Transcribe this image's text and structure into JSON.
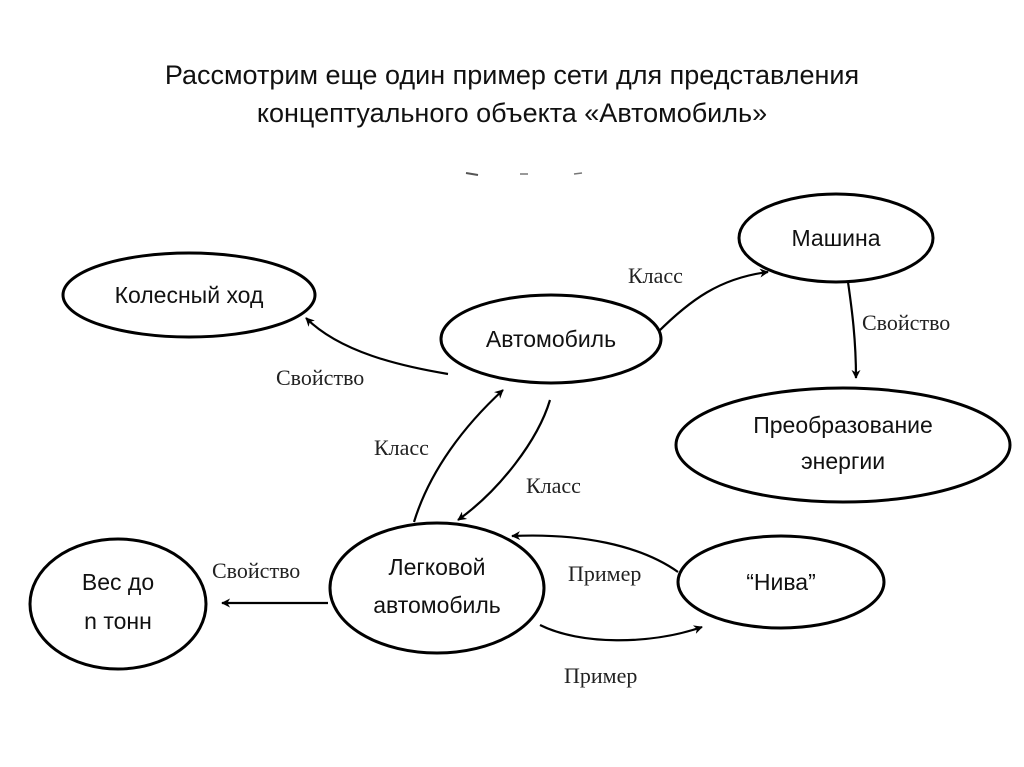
{
  "title": {
    "line1": "Рассмотрим еще один пример сети для представления",
    "line2": "концептуального объекта «Автомобиль»"
  },
  "nodes": {
    "kolesny": "Колесный ход",
    "avtomobil": "Автомобиль",
    "mashina": "Машина",
    "preobr_line1": "Преобразование",
    "preobr_line2": "энергии",
    "legkovoy_line1": "Легковой",
    "legkovoy_line2": "автомобиль",
    "ves_line1": "Вес до",
    "ves_line2": "n тонн",
    "niva": "“Нива”"
  },
  "edges": {
    "avto_kolesny": "Свойство",
    "avto_mashina": "Класс",
    "mashina_preobr": "Свойство",
    "legk_avto": "Класс",
    "avto_legk": "Класс",
    "legk_ves": "Свойство",
    "niva_legk": "Пример",
    "legk_niva": "Пример"
  }
}
